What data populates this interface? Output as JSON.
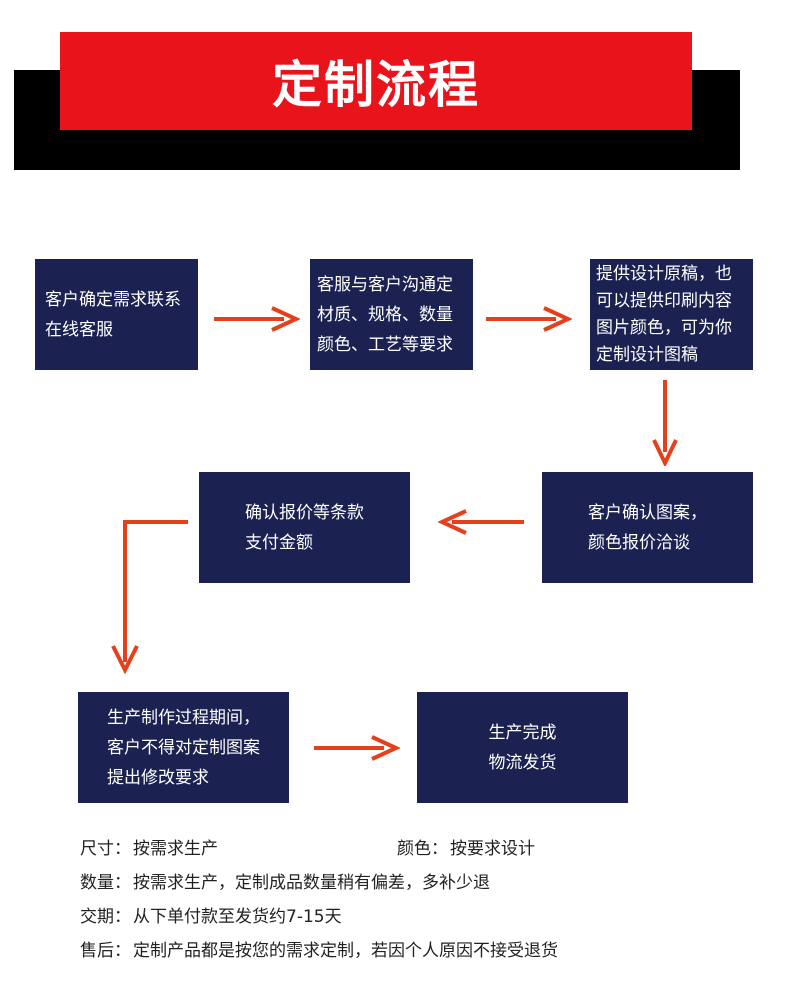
{
  "header": {
    "title": "定制流程"
  },
  "steps": [
    {
      "text": "客户确定需求联系\n在线客服"
    },
    {
      "text": "客服与客户沟通定\n材质、规格、数量\n颜色、工艺等要求"
    },
    {
      "text": "提供设计原稿，也\n可以提供印刷内容\n图片颜色，可为你\n定制设计图稿"
    },
    {
      "text": "客户确认图案，\n颜色报价洽谈"
    },
    {
      "text": "确认报价等条款\n支付金额"
    },
    {
      "text": "生产制作过程期间，\n客户不得对定制图案\n提出修改要求"
    },
    {
      "text": "生产完成\n物流发货"
    }
  ],
  "info": {
    "size": {
      "label": "尺寸：",
      "value": "按需求生产"
    },
    "color": {
      "label": "颜色：",
      "value": "按要求设计"
    },
    "quantity": {
      "label": "数量：",
      "value": "按需求生产，定制成品数量稍有偏差，多补少退"
    },
    "lead_time": {
      "label": "交期：",
      "value": "从下单付款至发货约7-15天"
    },
    "after_sales": {
      "label": "售后：",
      "value": "定制产品都是按您的需求定制，若因个人原因不接受退货"
    }
  },
  "colors": {
    "banner_red": "#e8131b",
    "box_navy": "#1b2151",
    "arrow_orange": "#e4401c"
  }
}
